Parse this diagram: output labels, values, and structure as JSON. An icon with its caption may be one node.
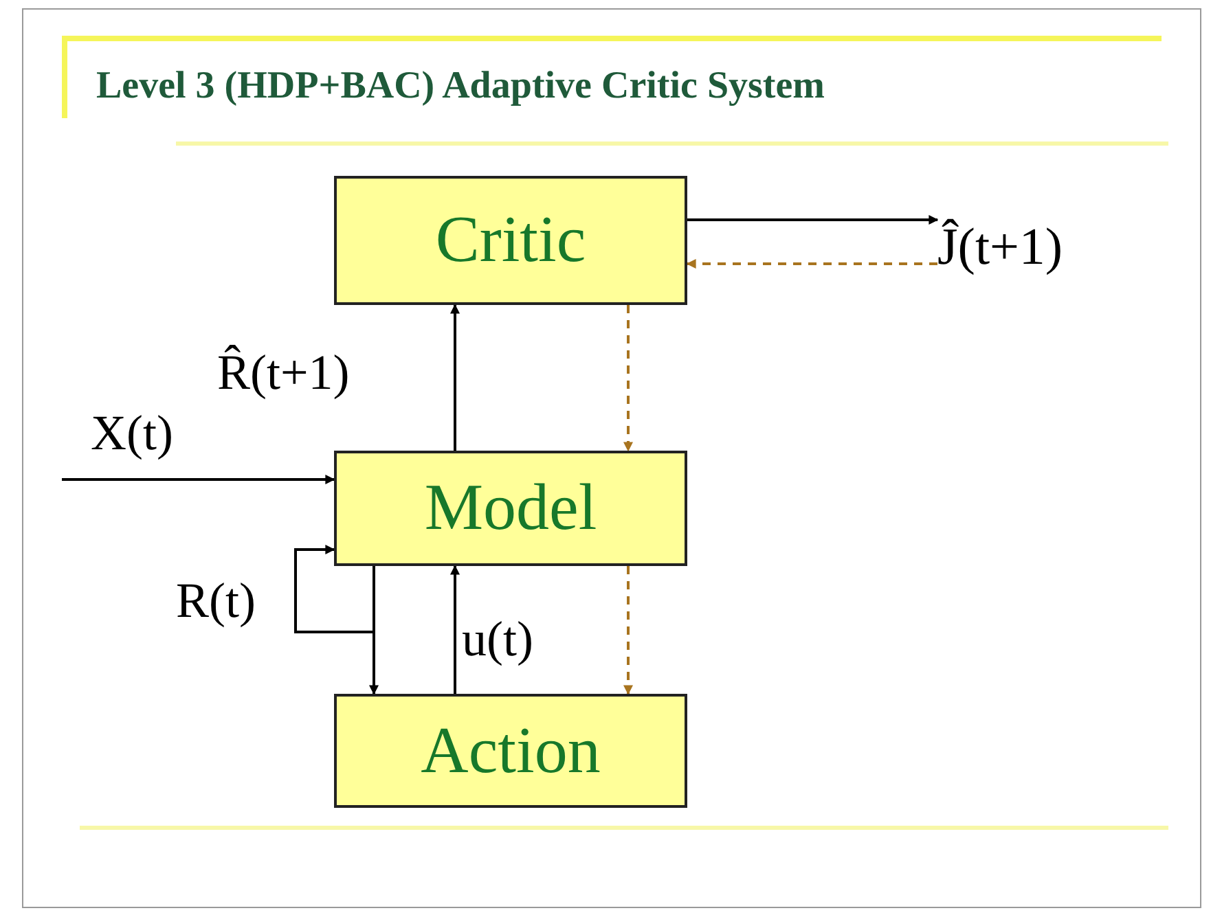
{
  "diagram": {
    "title": "Level 3 (HDP+BAC) Adaptive Critic System",
    "nodes": [
      {
        "text": [
          "Critic"
        ]
      },
      {
        "text": [
          "Model"
        ]
      },
      {
        "text": [
          "Action"
        ]
      },
      {
        "text": [
          "Ĵ(t+1)"
        ]
      }
    ],
    "edges": [
      {
        "from": null,
        "to": 1,
        "arrow": "to",
        "label": "X(t)"
      },
      {
        "from": 1,
        "to": 0,
        "arrow": "to",
        "label": "R̂(t+1)"
      },
      {
        "from": 1,
        "to": 1,
        "arrow": "to",
        "label": "R(t)"
      },
      {
        "from": 1,
        "to": 2,
        "arrow": "to"
      },
      {
        "from": 2,
        "to": 1,
        "arrow": "to",
        "label": "u(t)"
      },
      {
        "from": 0,
        "to": 3,
        "arrow": "to"
      },
      {
        "from": 3,
        "to": 0,
        "arrow": "to",
        "style": "dashed",
        "color": "#a8741f"
      },
      {
        "from": 0,
        "to": 1,
        "arrow": "to",
        "style": "dashed",
        "color": "#a8741f"
      },
      {
        "from": 1,
        "to": 2,
        "arrow": "to",
        "style": "dashed",
        "color": "#a8741f"
      }
    ]
  }
}
